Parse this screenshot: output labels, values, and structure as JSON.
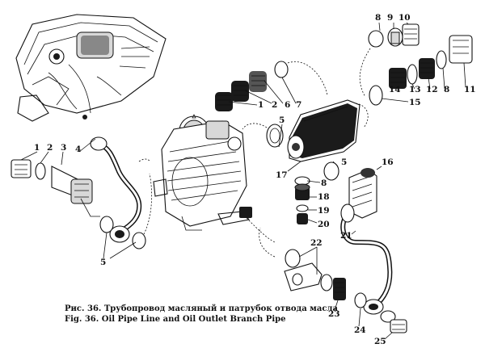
{
  "caption": {
    "line_ru": "Рис. 36. Трубопровод масляный и патрубок отвода масла",
    "line_en": "Fig. 36. Oil Pipe Line and Oil Outlet Branch Pipe"
  },
  "callouts": {
    "top_right_8": "8",
    "top_right_9": "9",
    "top_right_10": "10",
    "upper_1": "1",
    "upper_2": "2",
    "upper_6": "6",
    "upper_7": "7",
    "right_14": "14",
    "right_13": "13",
    "right_12": "12",
    "right_8": "8",
    "right_11": "11",
    "right_15": "15",
    "mid_5": "5",
    "mid_17": "17",
    "mid_8": "8",
    "mid_5b": "5",
    "mid_16": "16",
    "mid_18": "18",
    "mid_19": "19",
    "mid_20": "20",
    "mid_21": "21",
    "low_22": "22",
    "low_23": "23",
    "low_24": "24",
    "low_25": "25",
    "left_1": "1",
    "left_2": "2",
    "left_3": "3",
    "left_4": "4",
    "left_5": "5"
  }
}
